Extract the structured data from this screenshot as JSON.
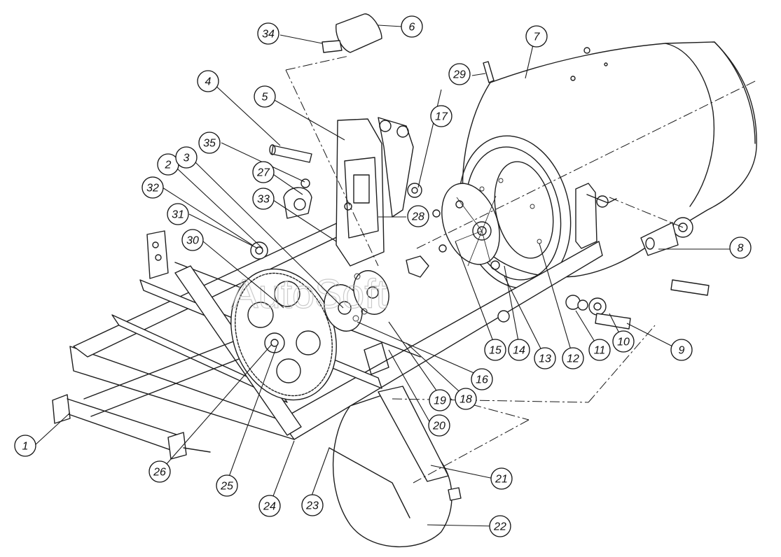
{
  "watermark": "AutoSoft",
  "callouts": [
    "1",
    "2",
    "3",
    "4",
    "5",
    "6",
    "7",
    "8",
    "9",
    "10",
    "11",
    "12",
    "13",
    "14",
    "15",
    "16",
    "17",
    "18",
    "19",
    "20",
    "21",
    "22",
    "23",
    "24",
    "25",
    "26",
    "27",
    "28",
    "29",
    "30",
    "31",
    "32",
    "33",
    "34",
    "35"
  ]
}
